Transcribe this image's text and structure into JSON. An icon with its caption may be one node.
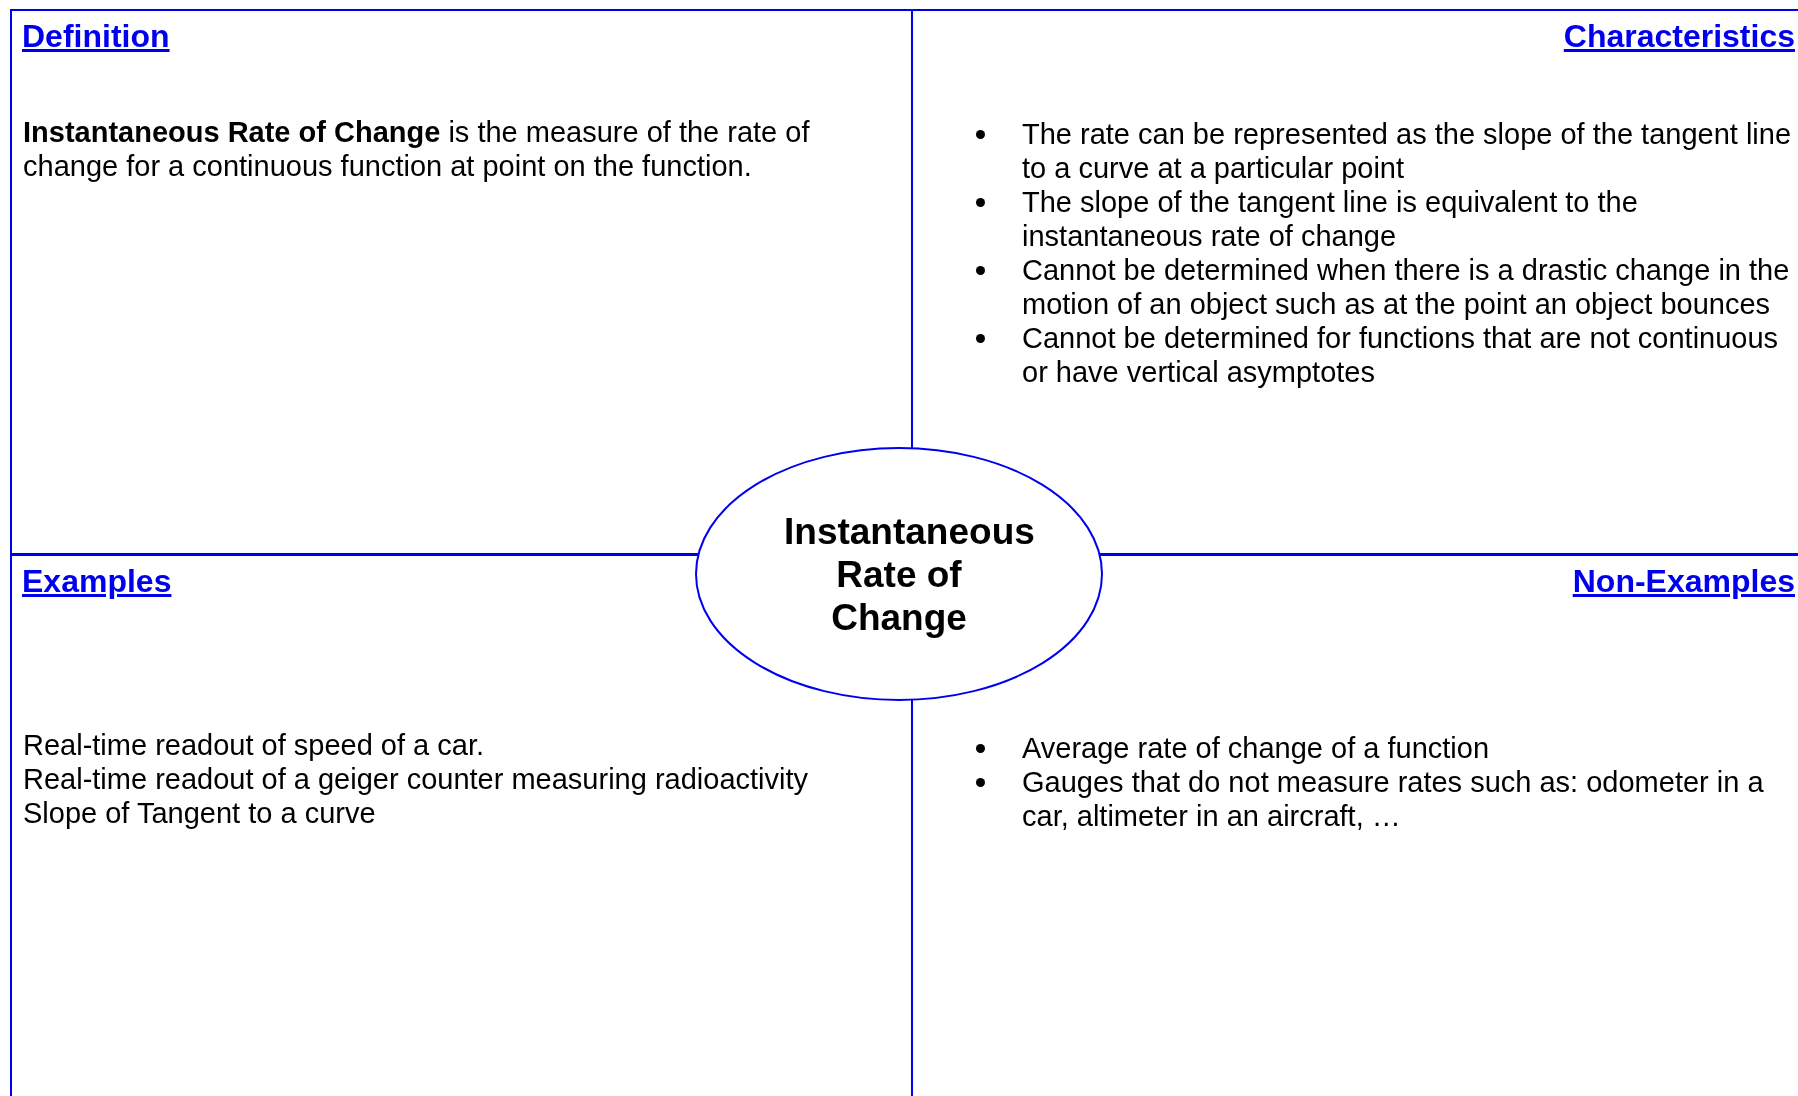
{
  "diagram": {
    "nodes": [
      {
        "text": [
          "Definition",
          "**Instantaneous Rate of Change** is the measure of the rate of change for a continuous function at point on the function."
        ]
      },
      {
        "text": [
          "Characteristics",
          "The rate can be represented as the slope of the tangent line to a curve at a particular point",
          "The slope of the tangent line is equivalent to the instantaneous rate of change",
          "Cannot be determined when there is a drastic change in the motion of an object such as at the point an object bounces",
          "Cannot be determined for functions that are not continuous or have vertical asymptotes"
        ]
      },
      {
        "text": [
          "Examples",
          "Real-time readout of speed of a car.",
          "Real-time readout of a geiger counter measuring radioactivity",
          "Slope of Tangent to a curve"
        ]
      },
      {
        "text": [
          "Non-Examples",
          "Average rate of change of a function",
          "Gauges that do not measure rates such as: odometer in a car, altimeter in an aircraft, …"
        ]
      },
      {
        "text": [
          "Instantaneous Rate of Change"
        ]
      }
    ],
    "edges": []
  }
}
